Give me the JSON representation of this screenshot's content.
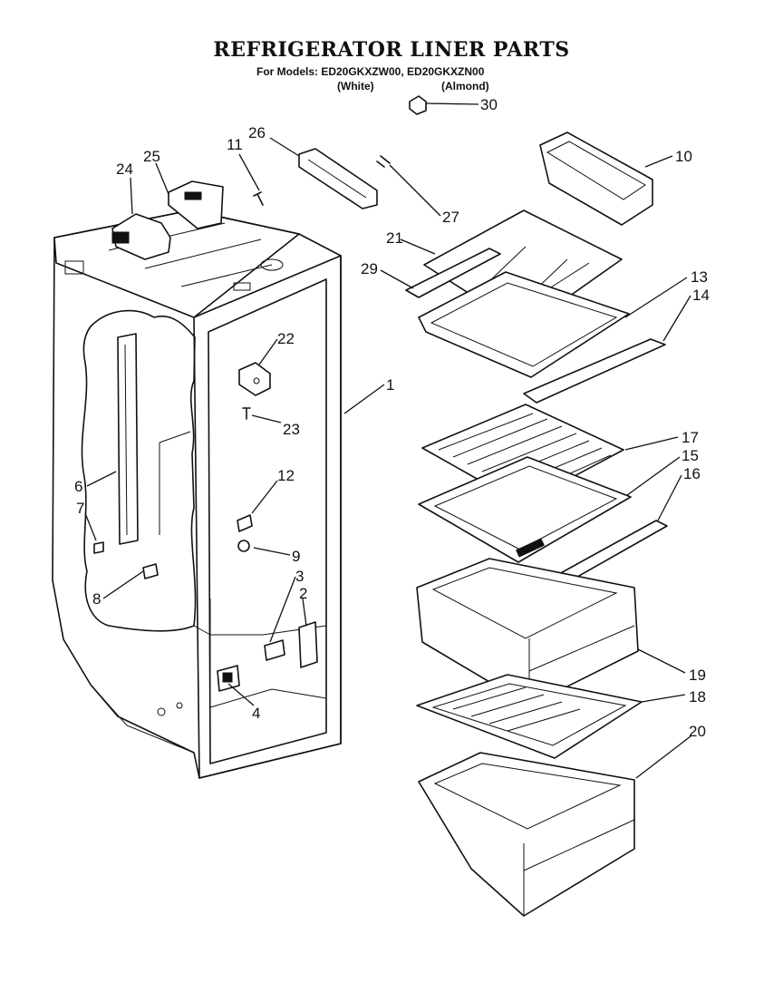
{
  "header": {
    "title": "REFRIGERATOR LINER PARTS",
    "models_line": "For Models: ED20GKXZW00, ED20GKXZN00",
    "finish_white": "(White)",
    "finish_almond": "(Almond)"
  },
  "callouts": [
    "30",
    "10",
    "26",
    "27",
    "11",
    "25",
    "24",
    "21",
    "29",
    "13",
    "14",
    "22",
    "1",
    "23",
    "17",
    "15",
    "16",
    "6",
    "12",
    "7",
    "9",
    "3",
    "2",
    "8",
    "4",
    "19",
    "18",
    "20"
  ]
}
